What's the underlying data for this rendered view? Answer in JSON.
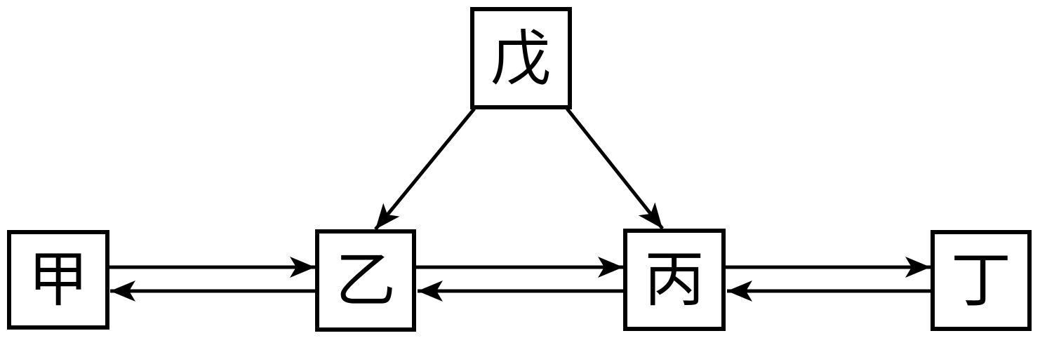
{
  "diagram": {
    "type": "directed-graph",
    "background_color": "#ffffff",
    "stroke_color": "#000000",
    "nodes": [
      {
        "id": "wu",
        "label": "戊",
        "position": "top-center"
      },
      {
        "id": "jia",
        "label": "甲",
        "position": "bottom-row-1"
      },
      {
        "id": "yi",
        "label": "乙",
        "position": "bottom-row-2"
      },
      {
        "id": "bing",
        "label": "丙",
        "position": "bottom-row-3"
      },
      {
        "id": "ding",
        "label": "丁",
        "position": "bottom-row-4"
      }
    ],
    "edges": [
      {
        "from": "戊",
        "to": "乙"
      },
      {
        "from": "戊",
        "to": "丙"
      },
      {
        "from": "甲",
        "to": "乙"
      },
      {
        "from": "乙",
        "to": "甲"
      },
      {
        "from": "乙",
        "to": "丙"
      },
      {
        "from": "丙",
        "to": "乙"
      },
      {
        "from": "丙",
        "to": "丁"
      },
      {
        "from": "丁",
        "to": "丙"
      }
    ]
  }
}
